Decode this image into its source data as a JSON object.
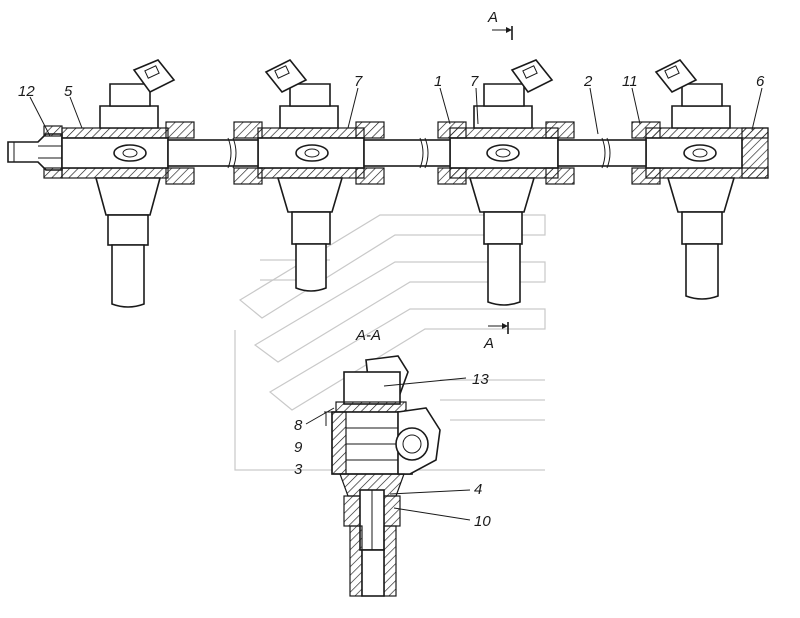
{
  "section": {
    "marker_top": "A",
    "marker_bottom": "A",
    "title": "A-A"
  },
  "callouts": [
    {
      "id": "c12",
      "text": "12"
    },
    {
      "id": "c5",
      "text": "5"
    },
    {
      "id": "c7a",
      "text": "7"
    },
    {
      "id": "c1",
      "text": "1"
    },
    {
      "id": "c7b",
      "text": "7"
    },
    {
      "id": "c2",
      "text": "2"
    },
    {
      "id": "c11",
      "text": "11"
    },
    {
      "id": "c6",
      "text": "6"
    },
    {
      "id": "c13",
      "text": "13"
    },
    {
      "id": "c8",
      "text": "8"
    },
    {
      "id": "c9",
      "text": "9"
    },
    {
      "id": "c3",
      "text": "3"
    },
    {
      "id": "c4",
      "text": "4"
    },
    {
      "id": "c10",
      "text": "10"
    }
  ]
}
